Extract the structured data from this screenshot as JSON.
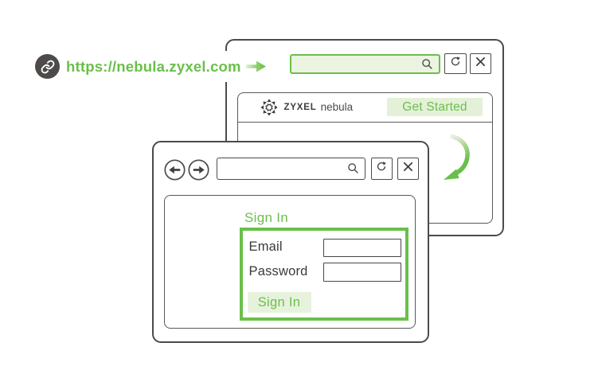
{
  "colors": {
    "green": "#6abf4b",
    "green_fill_light": "#eaf4e1",
    "green_tint": "#e4f1d8",
    "dark_border": "#4b4b4b",
    "dark_text": "#3a3a3a",
    "link_circle_bg": "#4e4a4a"
  },
  "link_bar": {
    "url": "https://nebula.zyxel.com"
  },
  "back_window": {
    "address_bar": {
      "value": "",
      "placeholder": ""
    },
    "site": {
      "brand": "ZYXEL",
      "product": "nebula",
      "get_started_label": "Get Started"
    }
  },
  "front_window": {
    "address_bar": {
      "value": "",
      "placeholder": ""
    },
    "signin": {
      "title": "Sign In",
      "email_label": "Email",
      "email_value": "",
      "password_label": "Password",
      "password_value": "",
      "submit_label": "Sign In"
    }
  }
}
